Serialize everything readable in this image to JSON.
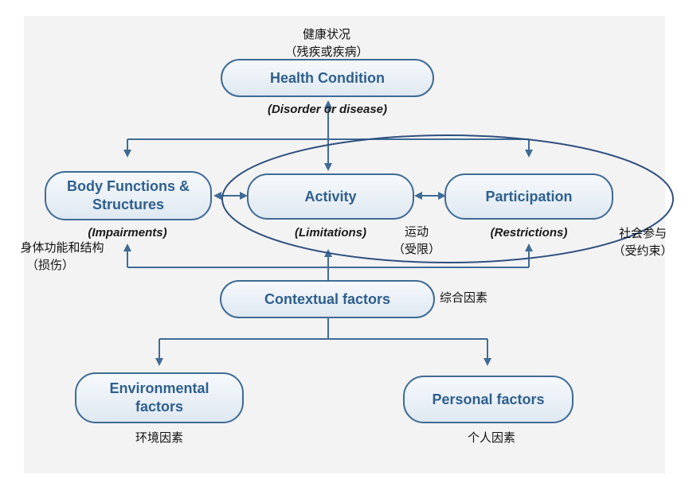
{
  "nodes": {
    "health": {
      "label": "Health Condition",
      "sub": "(Disorder or disease)"
    },
    "body": {
      "label_line1": "Body Functions &",
      "label_line2": "Structures",
      "sub": "(Impairments)"
    },
    "activity": {
      "label": "Activity",
      "sub": "(Limitations)"
    },
    "participation": {
      "label": "Participation",
      "sub": "(Restrictions)"
    },
    "contextual": {
      "label": "Contextual factors"
    },
    "environmental": {
      "label_line1": "Environmental",
      "label_line2": "factors"
    },
    "personal": {
      "label": "Personal factors"
    }
  },
  "chinese": {
    "health_1": "健康状况",
    "health_2": "（残疾或疾病）",
    "body_1": "身体功能和结构",
    "body_2": "（损伤）",
    "activity_1": "运动",
    "activity_2": "（受限）",
    "participation_1": "社会参与",
    "participation_2": "（受约束）",
    "contextual": "综合因素",
    "environmental": "环境因素",
    "personal": "个人因素"
  },
  "colors": {
    "node_border": "#3f6b95",
    "node_text": "#2e5f8e",
    "arrow": "#3f6b95",
    "ellipse": "#2f4f7f"
  }
}
